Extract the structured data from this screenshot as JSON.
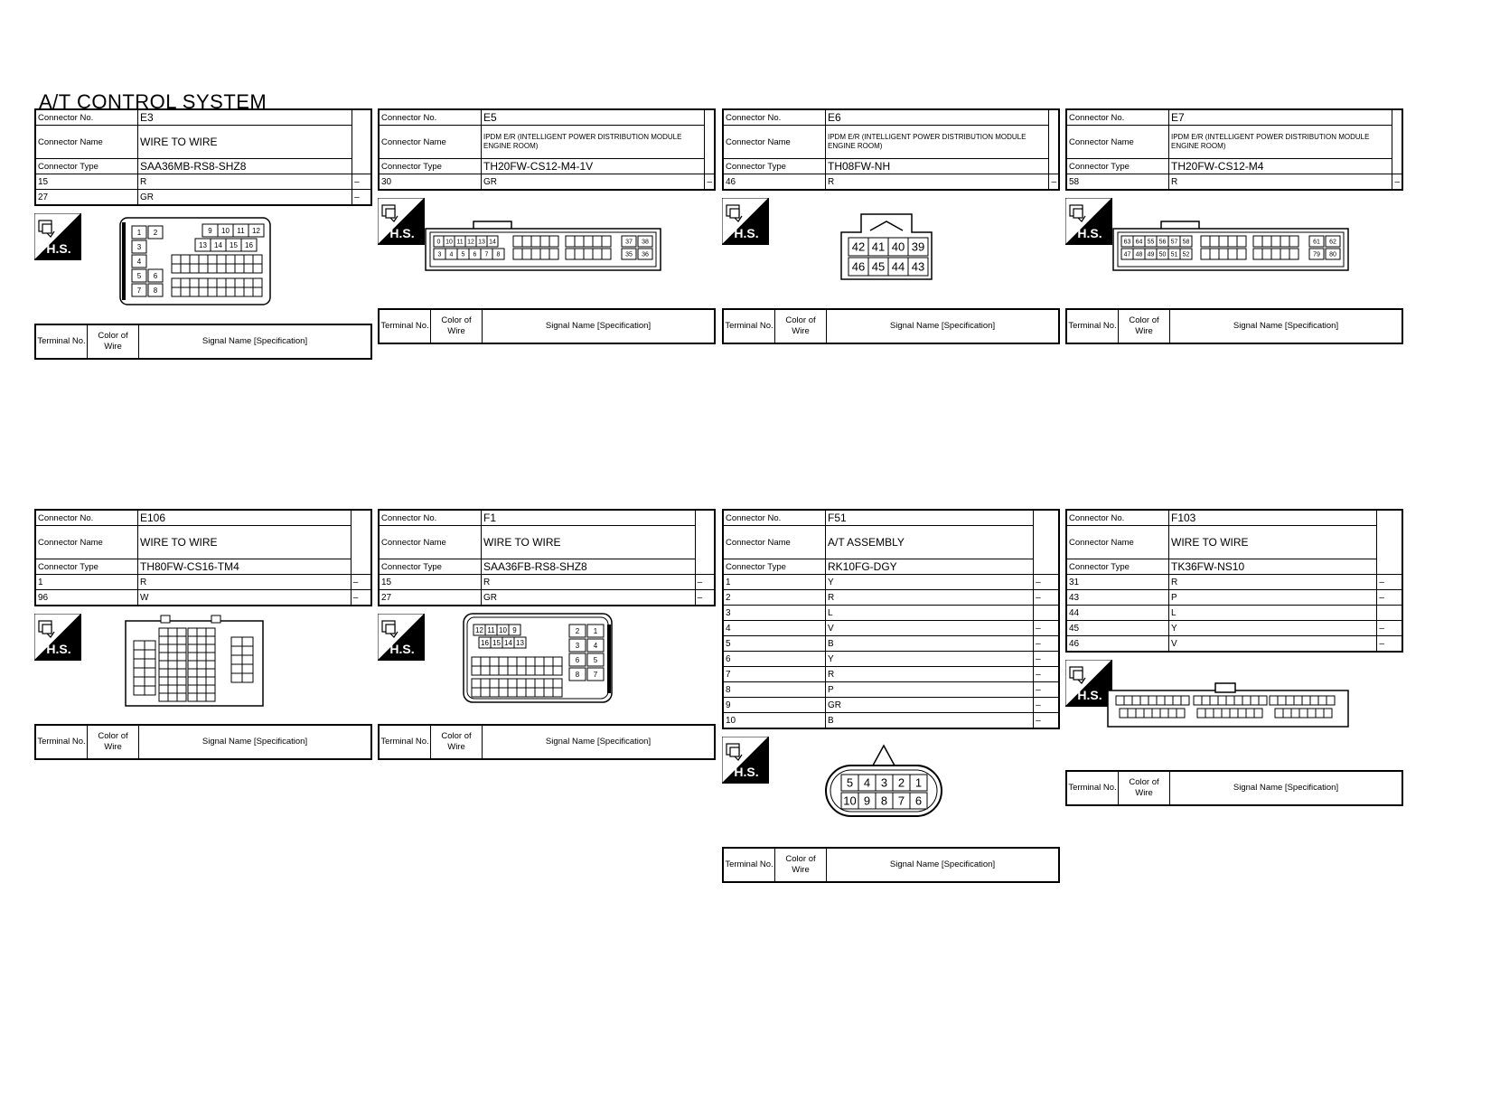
{
  "title": "A/T CONTROL SYSTEM",
  "labels": {
    "connector_no": "Connector No.",
    "connector_name": "Connector Name",
    "connector_type": "Connector Type",
    "hs": "H.S.",
    "col_terminal": "Terminal No.",
    "col_color": "Color of Wire",
    "col_signal": "Signal Name [Specification]"
  },
  "connectors": [
    {
      "no": "E3",
      "name": "WIRE TO WIRE",
      "type": "SAA36MB-RS8-SHZ8",
      "rows": [
        [
          "15",
          "R",
          "–"
        ],
        [
          "27",
          "GR",
          "–"
        ]
      ]
    },
    {
      "no": "E5",
      "name": "IPDM E/R (INTELLIGENT POWER DISTRIBUTION MODULE ENGINE ROOM)",
      "type": "TH20FW-CS12-M4-1V",
      "rows": [
        [
          "30",
          "GR",
          "–"
        ]
      ]
    },
    {
      "no": "E6",
      "name": "IPDM E/R (INTELLIGENT POWER DISTRIBUTION MODULE ENGINE ROOM)",
      "type": "TH08FW-NH",
      "rows": [
        [
          "46",
          "R",
          "–"
        ]
      ]
    },
    {
      "no": "E7",
      "name": "IPDM E/R (INTELLIGENT POWER DISTRIBUTION MODULE ENGINE ROOM)",
      "type": "TH20FW-CS12-M4",
      "rows": [
        [
          "58",
          "R",
          "–"
        ]
      ]
    },
    {
      "no": "E106",
      "name": "WIRE TO WIRE",
      "type": "TH80FW-CS16-TM4",
      "rows": [
        [
          "1",
          "R",
          "–"
        ],
        [
          "96",
          "W",
          "–"
        ]
      ]
    },
    {
      "no": "F1",
      "name": "WIRE TO WIRE",
      "type": "SAA36FB-RS8-SHZ8",
      "rows": [
        [
          "15",
          "R",
          "–"
        ],
        [
          "27",
          "GR",
          "–"
        ]
      ]
    },
    {
      "no": "F51",
      "name": "A/T ASSEMBLY",
      "type": "RK10FG-DGY",
      "rows": [
        [
          "1",
          "Y",
          "–"
        ],
        [
          "2",
          "R",
          "–"
        ],
        [
          "3",
          "L",
          ""
        ],
        [
          "4",
          "V",
          "–"
        ],
        [
          "5",
          "B",
          "–"
        ],
        [
          "6",
          "Y",
          "–"
        ],
        [
          "7",
          "R",
          "–"
        ],
        [
          "8",
          "P",
          "–"
        ],
        [
          "9",
          "GR",
          "–"
        ],
        [
          "10",
          "B",
          "–"
        ]
      ]
    },
    {
      "no": "F103",
      "name": "WIRE TO WIRE",
      "type": "TK36FW-NS10",
      "rows": [
        [
          "31",
          "R",
          "–"
        ],
        [
          "43",
          "P",
          "–"
        ],
        [
          "44",
          "L",
          ""
        ],
        [
          "45",
          "Y",
          "–"
        ],
        [
          "46",
          "V",
          "–"
        ]
      ]
    }
  ],
  "face_e3": {
    "a": [
      "1",
      "2",
      "3",
      "4",
      "5",
      "6",
      "7",
      "8"
    ],
    "b": [
      "9",
      "10",
      "11",
      "12",
      "13",
      "14",
      "15",
      "16"
    ]
  },
  "face_e5": {
    "top": [
      "10",
      "11",
      "12",
      "13",
      "14"
    ],
    "top0": "0",
    "bot": [
      "3",
      "4",
      "5",
      "6",
      "7",
      "8"
    ],
    "r": [
      "37",
      "38",
      "35",
      "36"
    ]
  },
  "face_e6": {
    "top": [
      "42",
      "41",
      "40",
      "39"
    ],
    "bot": [
      "46",
      "45",
      "44",
      "43"
    ]
  },
  "face_e7": {
    "top": [
      "63",
      "64",
      "55",
      "56",
      "57",
      "58"
    ],
    "bot": [
      "47",
      "48",
      "49",
      "50",
      "51",
      "52"
    ],
    "r": [
      "61",
      "62",
      "79",
      "80"
    ]
  },
  "face_f1": {
    "tl": [
      "12",
      "11",
      "10",
      "9"
    ],
    "ml": [
      "16",
      "15",
      "14",
      "13"
    ],
    "r": [
      "2",
      "1",
      "3",
      "4",
      "6",
      "5",
      "8",
      "7"
    ]
  },
  "face_f51": {
    "top": [
      "5",
      "4",
      "3",
      "2",
      "1"
    ],
    "bot": [
      "10",
      "9",
      "8",
      "7",
      "6"
    ]
  }
}
